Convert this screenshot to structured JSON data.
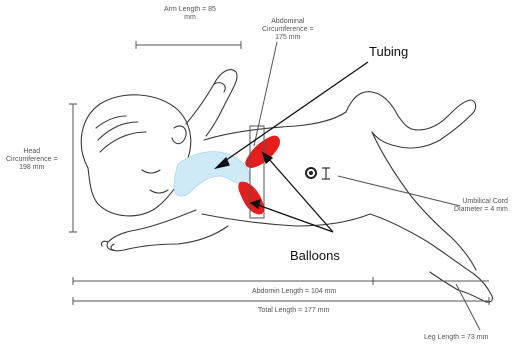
{
  "labels": {
    "arm_length": [
      "Arm Length = 85",
      "mm"
    ],
    "abdominal_circumference": [
      "Abdominal",
      "Circumference =",
      "175 mm"
    ],
    "head_circumference": [
      "Head",
      "Circumference =",
      "198 mm"
    ],
    "umbilical_cord": [
      "Umbilical Cord",
      "Diameter = 4 mm"
    ],
    "abdomin_length": "Abdomin Length = 104 mm",
    "total_length": "Total Length = 177 mm",
    "leg_length": "Leg Length = 73 mm"
  },
  "callouts": {
    "tubing": "Tubing",
    "balloons": "Balloons"
  },
  "colors": {
    "tubing": "#cfeaf7",
    "balloons": "#e41d1d",
    "outline": "#3a3a3a",
    "dimension_lines": "#555555"
  }
}
